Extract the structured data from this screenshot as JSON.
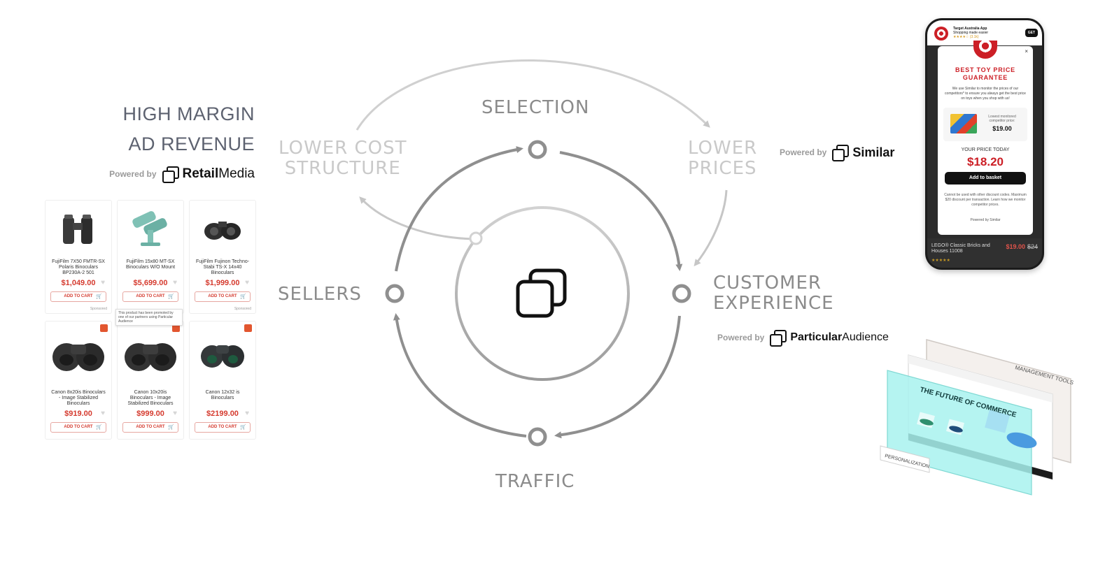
{
  "flywheel": {
    "selection": "SELECTION",
    "sellers": "SELLERS",
    "traffic": "TRAFFIC",
    "customer_experience": [
      "CUSTOMER",
      "EXPERIENCE"
    ],
    "lower_cost": [
      "LOWER COST",
      "STRUCTURE"
    ],
    "lower_prices": [
      "LOWER",
      "PRICES"
    ]
  },
  "headline": {
    "line1": "HIGH MARGIN",
    "line2": "AD REVENUE"
  },
  "powered_by": {
    "label": "Powered by",
    "retail_media": {
      "bold": "Retail",
      "light": "Media"
    },
    "similar": "Similar",
    "particular_audience": {
      "bold": "Particular",
      "light": "Audience"
    }
  },
  "products": [
    {
      "name": "FujiFilm 7X50 FMTR-SX Polaris Binoculars BP230A-2 501",
      "price": "$1,049.00",
      "atc": "ADD TO CART",
      "sponsored": "Sponsored"
    },
    {
      "name": "FujiFilm 15x80 MT-SX Binoculars W/O Mount",
      "price": "$5,699.00",
      "atc": "ADD TO CART",
      "tooltip": "This product has been promoted by one of our partners using Particular Audience"
    },
    {
      "name": "FujiFilm Fujinon Techno-Stabi TS-X 14x40 Binoculars",
      "price": "$1,999.00",
      "atc": "ADD TO CART",
      "sponsored": "Sponsored"
    },
    {
      "name": "Canon 8x20is Binoculars - Image Stabilized Binoculars",
      "price": "$919.00",
      "atc": "ADD TO CART"
    },
    {
      "name": "Canon 10x20is Binoculars - Image Stabilized Binoculars",
      "price": "$999.00",
      "atc": "ADD TO CART"
    },
    {
      "name": "Canon 12x32 is Binoculars",
      "price": "$2199.00",
      "atc": "ADD TO CART"
    }
  ],
  "phone": {
    "app_name": "Target Australia App",
    "app_sub": "Shopping made easier",
    "app_rating": "★★★★☆ (3.1k)",
    "get": "GET",
    "close": "×",
    "title1": "BEST TOY PRICE",
    "title2": "GUARANTEE",
    "description": "We use Similar to monitor the prices of our competitors* to ensure you always get the best price on toys when you shop with us!",
    "lowest_label": "Lowest monitored competitor price:",
    "lowest_price": "$19.00",
    "your_price_label": "YOUR PRICE TODAY",
    "your_price": "$18.20",
    "add_to_basket": "Add to basket",
    "fine_print": "Cannot be used with other discount codes. Maximum $20 discount per transaction. Learn how we monitor competitor prices.",
    "powered": "Powered by  Similar",
    "bottom_name": "LEGO® Classic Bricks and Houses 11008",
    "bottom_price": "$19.00",
    "bottom_old": "$24",
    "bottom_stars": "★★★★★"
  },
  "personalization": {
    "headline": "THE FUTURE OF COMMERCE",
    "management": "MANAGEMENT TOOLS",
    "personalization": "PERSONALIZATION"
  },
  "colors": {
    "ring_dark": "#8f8f8f",
    "ring_light": "#c8c8c8",
    "price_red": "#d53a2e",
    "target_red": "#cc1f26",
    "mock_teal": "#a6f3ef"
  },
  "icons": {
    "center": "two-overlapping-squares-icon"
  }
}
